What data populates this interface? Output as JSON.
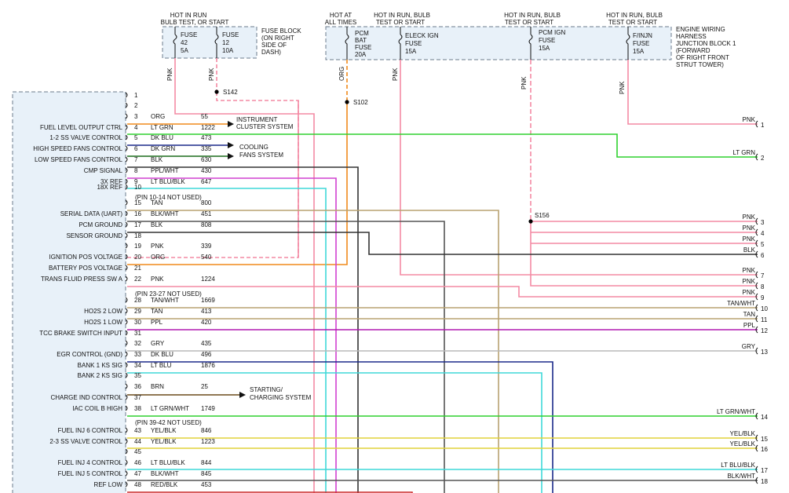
{
  "top_labels": [
    "HOT IN RUN",
    "BULB TEST, OR START",
    "HOT AT",
    "ALL TIMES",
    "HOT IN RUN, BULB",
    "TEST OR START",
    "HOT IN RUN, BULB",
    "TEST OR START",
    "HOT IN RUN, BULB",
    "TEST OR START"
  ],
  "fuse_block_left": {
    "fuses": [
      {
        "name": "FUSE",
        "num": "42",
        "amp": "5A"
      },
      {
        "name": "FUSE",
        "num": "12",
        "amp": "10A"
      }
    ],
    "label": [
      "FUSE BLOCK",
      "(ON RIGHT",
      "SIDE OF",
      "DASH)"
    ]
  },
  "fuse_block_right": {
    "fuses": [
      {
        "lines": [
          "PCM",
          "BAT",
          "FUSE",
          "20A"
        ]
      },
      {
        "lines": [
          "ELECK IGN",
          "FUSE",
          "15A"
        ]
      },
      {
        "lines": [
          "PCM IGN",
          "FUSE",
          "15A"
        ]
      },
      {
        "lines": [
          "F/INJN",
          "FUSE",
          "15A"
        ]
      }
    ],
    "label": [
      "ENGINE WIRING",
      "HARNESS",
      "JUNCTION BLOCK 1",
      "(FORWARD",
      "OF RIGHT FRONT",
      "STRUT TOWER)"
    ]
  },
  "vertical_wire_labels": [
    "PNK",
    "PNK",
    "ORG",
    "PNK",
    "PNK",
    "PNK"
  ],
  "splices": [
    "S142",
    "S102",
    "S156"
  ],
  "pcm_pins": [
    {
      "pin": "1"
    },
    {
      "pin": "2"
    },
    {
      "pin": "3",
      "color_code": "ORG",
      "circuit": "55"
    },
    {
      "pin": "4",
      "label": "FUEL LEVEL OUTPUT CTRL",
      "color_code": "LT GRN",
      "circuit": "1222"
    },
    {
      "pin": "5",
      "label": "1-2 SS VALVE CONTROL",
      "color_code": "DK BLU",
      "circuit": "473"
    },
    {
      "pin": "6",
      "label": "HIGH SPEED FANS CONTROL",
      "color_code": "DK GRN",
      "circuit": "335"
    },
    {
      "pin": "7",
      "label": "LOW SPEED FANS CONTROL",
      "color_code": "BLK",
      "circuit": "630"
    },
    {
      "pin": "8",
      "label": "CMP SIGNAL",
      "color_code": "PPL/WHT",
      "circuit": "430"
    },
    {
      "pin": "9",
      "label": "3X REF",
      "color_code": "LT BLU/BLK",
      "circuit": "647"
    },
    {
      "pin": "10",
      "label": "18X REF"
    },
    {
      "note": "(PIN 10-14 NOT USED)"
    },
    {
      "pin": "15",
      "color_code": "TAN",
      "circuit": "800"
    },
    {
      "pin": "16",
      "label": "SERIAL DATA (UART)",
      "color_code": "BLK/WHT",
      "circuit": "451"
    },
    {
      "pin": "17",
      "label": "PCM GROUND",
      "color_code": "BLK",
      "circuit": "808"
    },
    {
      "pin": "18",
      "label": "SENSOR GROUND"
    },
    {
      "pin": "19",
      "color_code": "PNK",
      "circuit": "339"
    },
    {
      "pin": "20",
      "label": "IGNITION POS VOLTAGE",
      "color_code": "ORG",
      "circuit": "540"
    },
    {
      "pin": "21",
      "label": "BATTERY POS VOLTAGE"
    },
    {
      "pin": "22",
      "label": "TRANS FLUID PRESS SW A",
      "color_code": "PNK",
      "circuit": "1224"
    },
    {
      "note": "(PIN 23-27 NOT USED)"
    },
    {
      "pin": "28",
      "color_code": "TAN/WHT",
      "circuit": "1669"
    },
    {
      "pin": "29",
      "label": "HO2S 2 LOW",
      "color_code": "TAN",
      "circuit": "413"
    },
    {
      "pin": "30",
      "label": "HO2S 1 LOW",
      "color_code": "PPL",
      "circuit": "420"
    },
    {
      "pin": "31",
      "label": "TCC BRAKE SWITCH INPUT"
    },
    {
      "pin": "32",
      "color_code": "GRY",
      "circuit": "435"
    },
    {
      "pin": "33",
      "label": "EGR CONTROL (GND)",
      "color_code": "DK BLU",
      "circuit": "496"
    },
    {
      "pin": "34",
      "label": "BANK 1 KS SIG",
      "color_code": "LT BLU",
      "circuit": "1876"
    },
    {
      "pin": "35",
      "label": "BANK 2 KS SIG"
    },
    {
      "pin": "36",
      "color_code": "BRN",
      "circuit": "25"
    },
    {
      "pin": "37",
      "label": "CHARGE IND CONTROL"
    },
    {
      "pin": "38",
      "label": "IAC COIL B HIGH",
      "color_code": "LT GRN/WHT",
      "circuit": "1749"
    },
    {
      "note": "(PIN 39-42 NOT USED)"
    },
    {
      "pin": "43",
      "label": "FUEL INJ 6 CONTROL",
      "color_code": "YEL/BLK",
      "circuit": "846"
    },
    {
      "pin": "44",
      "label": "2-3 SS VALVE CONTROL",
      "color_code": "YEL/BLK",
      "circuit": "1223"
    },
    {
      "pin": "45"
    },
    {
      "pin": "46",
      "label": "FUEL INJ 4 CONTROL",
      "color_code": "LT BLU/BLK",
      "circuit": "844"
    },
    {
      "pin": "47",
      "label": "FUEL INJ 5 CONTROL",
      "color_code": "BLK/WHT",
      "circuit": "845"
    },
    {
      "pin": "48",
      "label": "REF LOW",
      "color_code": "RED/BLK",
      "circuit": "453"
    }
  ],
  "destinations": [
    {
      "lines": [
        "INSTRUMENT",
        "CLUSTER SYSTEM"
      ]
    },
    {
      "lines": [
        "COOLING",
        "FANS SYSTEM"
      ]
    },
    {
      "lines": [
        "STARTING/",
        "CHARGING SYSTEM"
      ]
    }
  ],
  "connector_pins": [
    {
      "pin": "1",
      "color_code": "PNK"
    },
    {
      "pin": "2",
      "color_code": "LT GRN"
    },
    {
      "pin": "3",
      "color_code": "PNK"
    },
    {
      "pin": "4",
      "color_code": "PNK"
    },
    {
      "pin": "5",
      "color_code": "PNK"
    },
    {
      "pin": "6",
      "color_code": "BLK"
    },
    {
      "pin": "7",
      "color_code": "PNK"
    },
    {
      "pin": "8",
      "color_code": "PNK"
    },
    {
      "pin": "9",
      "color_code": "PNK"
    },
    {
      "pin": "10",
      "color_code": "TAN/WHT"
    },
    {
      "pin": "11",
      "color_code": "TAN"
    },
    {
      "pin": "12",
      "color_code": "PPL"
    },
    {
      "pin": "13",
      "color_code": "GRY"
    },
    {
      "pin": "14",
      "color_code": "LT GRN/WHT"
    },
    {
      "pin": "15",
      "color_code": "YEL/BLK"
    },
    {
      "pin": "16",
      "color_code": "YEL/BLK"
    },
    {
      "pin": "17",
      "color_code": "LT BLU/BLK"
    },
    {
      "pin": "18",
      "color_code": "BLK/WHT"
    }
  ],
  "wire_colors": {
    "pink": "#f48aa4",
    "orange": "#f08a1c",
    "lt_green": "#2fd12f",
    "dk_blue": "#1b2a8a",
    "dk_green": "#1c6b1c",
    "black": "#333333",
    "purple_white": "#d040d0",
    "cyan": "#3fd8d8",
    "tan": "#b8a271",
    "gray": "#b8b8b8",
    "yellow": "#e0d23a",
    "red": "#cc2b2b",
    "ppl": "#b01ab0",
    "box_fill": "#e8f1f9",
    "box_border": "#6b7b8c"
  }
}
